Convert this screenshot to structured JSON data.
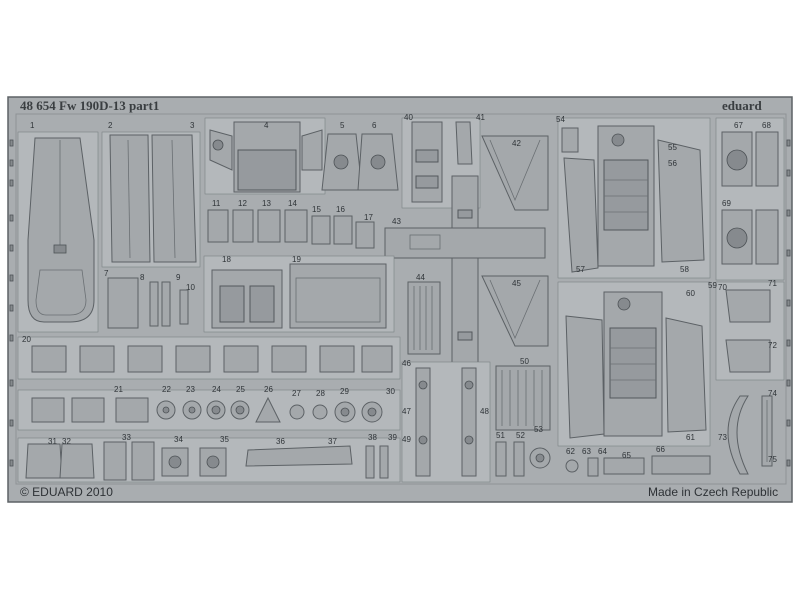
{
  "fret": {
    "title": "48 654  Fw 190D-13  part1",
    "brand": "eduard",
    "copyright": "© EDUARD 2010",
    "made_in": "Made in Czech Republic",
    "colors": {
      "background": "#a9adb0",
      "border": "#5d6266",
      "etch": "#6a6f73",
      "page": "#ffffff"
    }
  },
  "part_numbers": [
    "1",
    "2",
    "3",
    "4",
    "5",
    "6",
    "40",
    "41",
    "42",
    "54",
    "55",
    "56",
    "57",
    "58",
    "59",
    "60",
    "67",
    "68",
    "11",
    "12",
    "13",
    "14",
    "15",
    "16",
    "17",
    "43",
    "18",
    "19",
    "44",
    "45",
    "7",
    "8",
    "9",
    "10",
    "69",
    "70",
    "71",
    "72",
    "20",
    "46",
    "50",
    "21",
    "22",
    "23",
    "24",
    "25",
    "26",
    "27",
    "28",
    "29",
    "30",
    "47",
    "48",
    "73",
    "74",
    "75",
    "31",
    "32",
    "33",
    "34",
    "35",
    "36",
    "37",
    "38",
    "39",
    "49",
    "51",
    "52",
    "53",
    "61",
    "62",
    "63",
    "64",
    "65",
    "66"
  ]
}
